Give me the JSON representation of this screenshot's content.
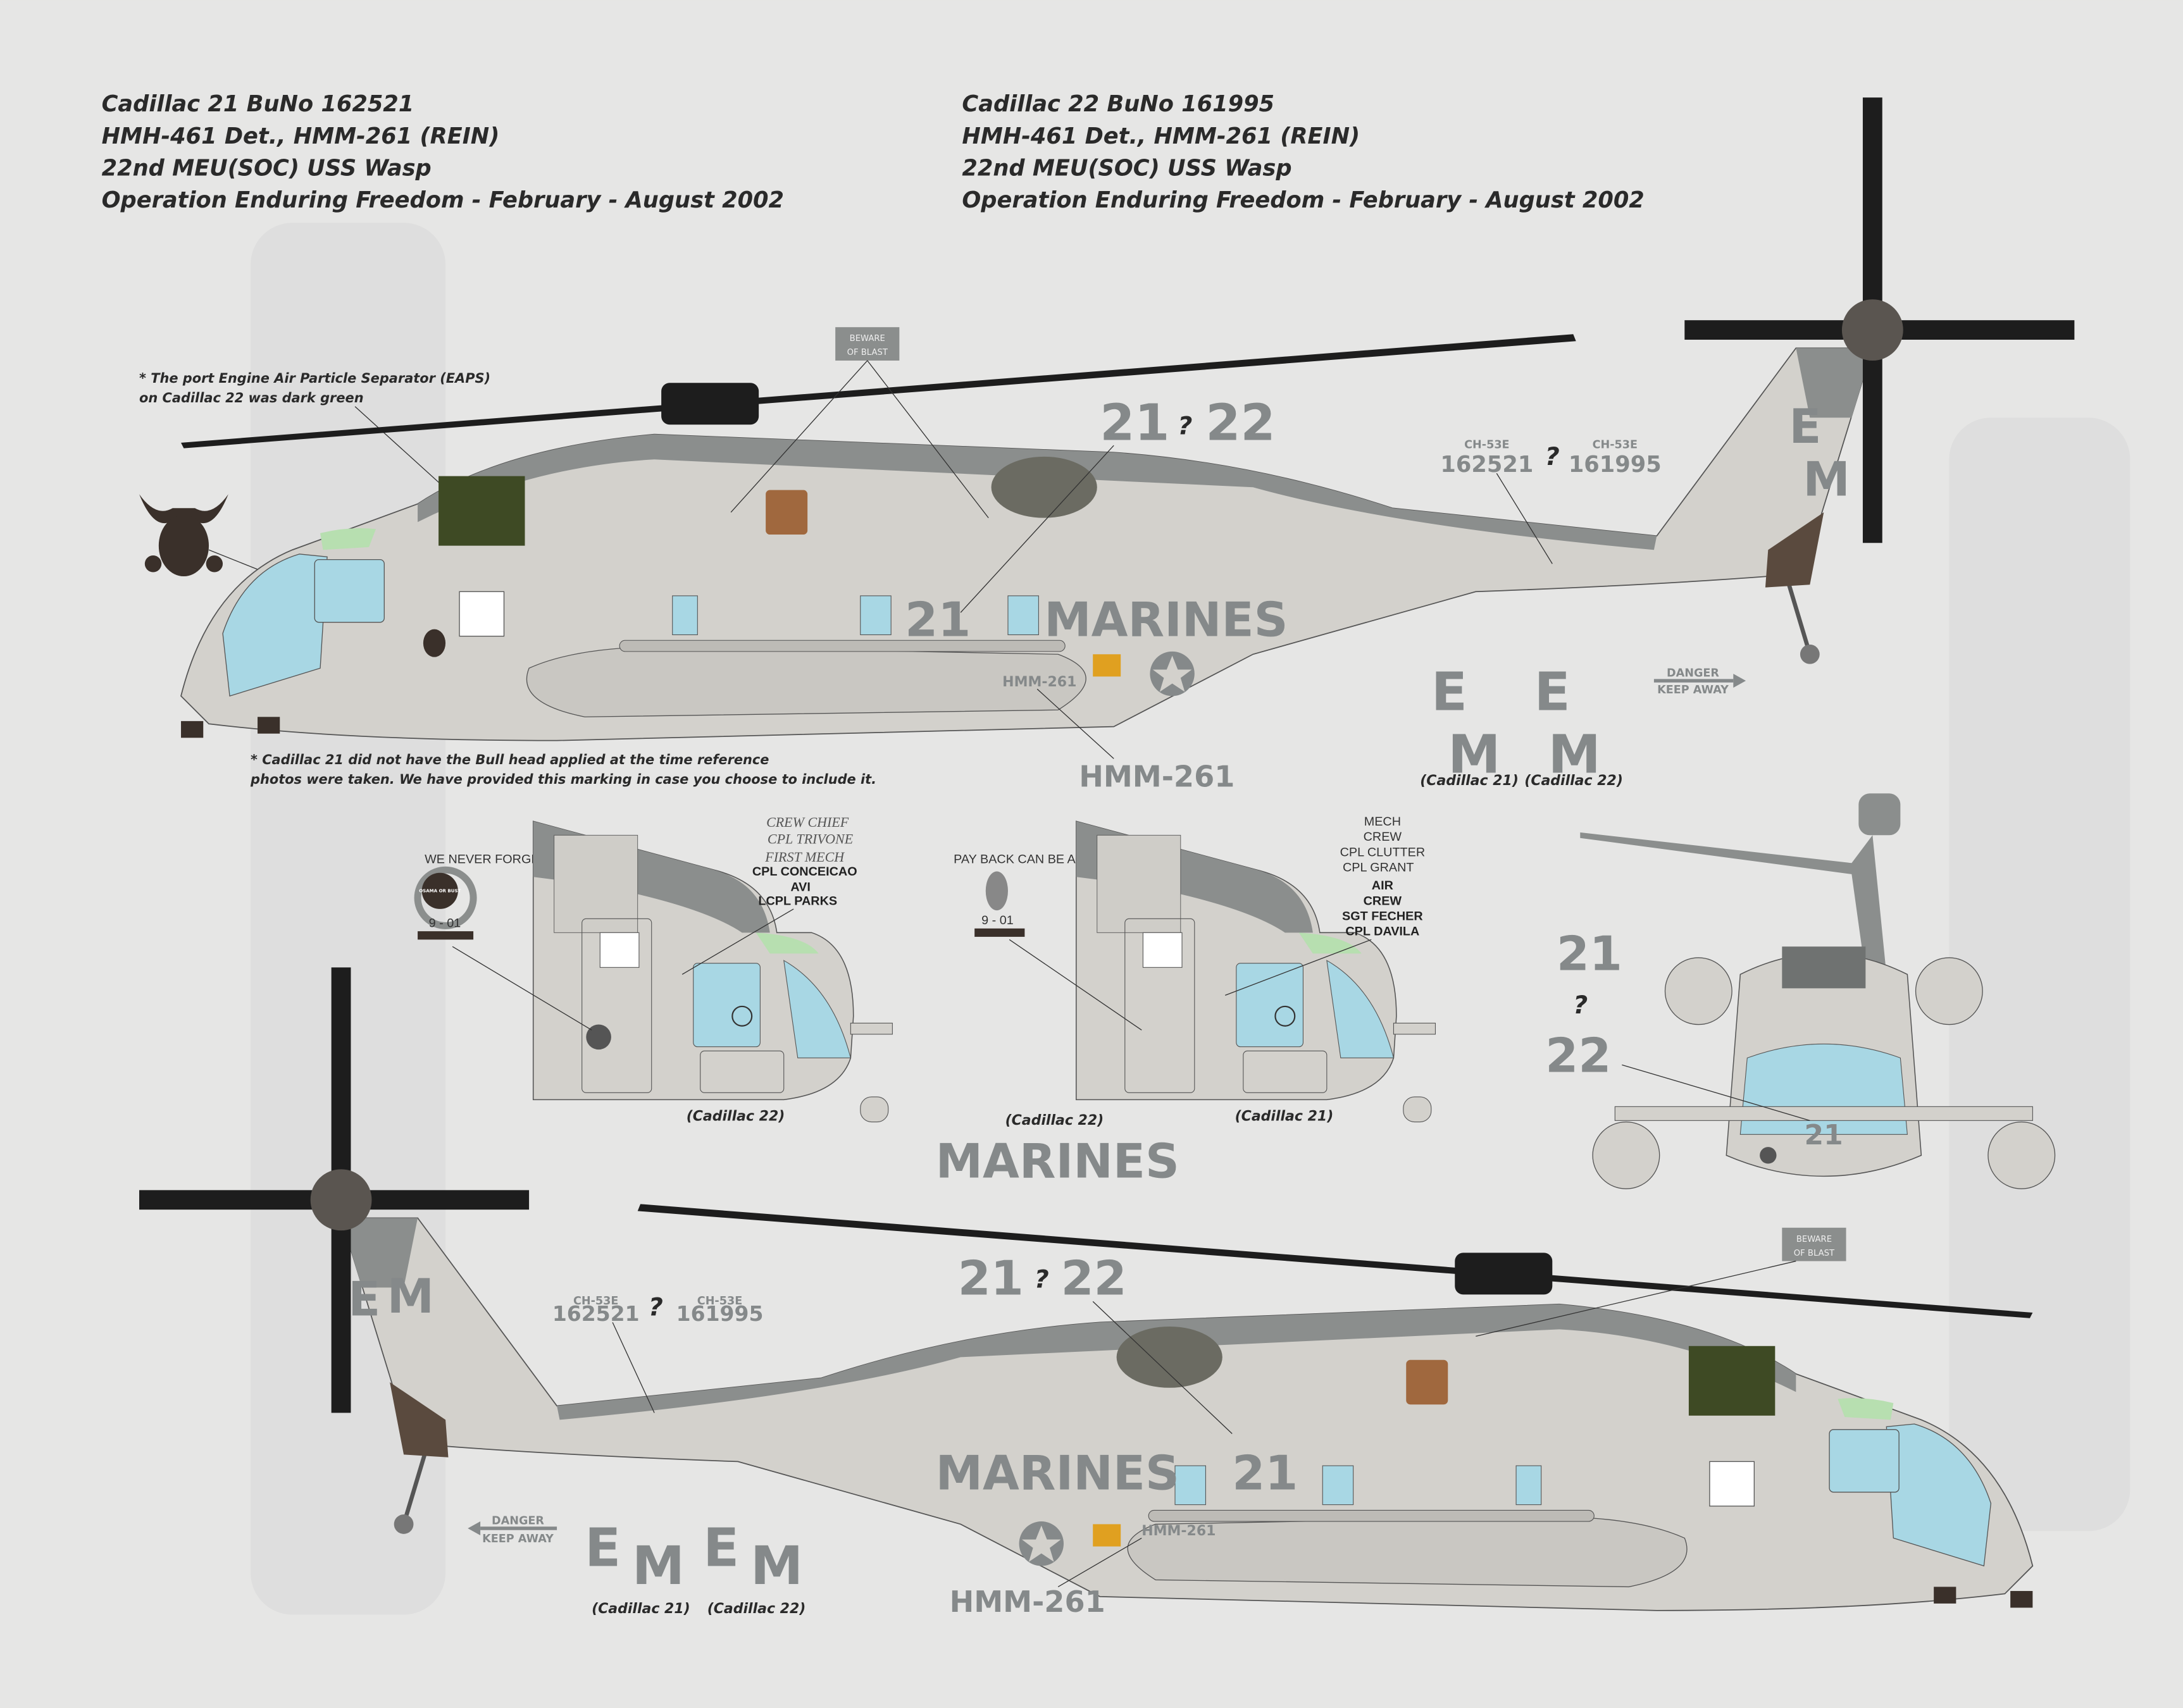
{
  "header_left": {
    "line1": "Cadillac 21 BuNo 162521",
    "line2": "HMH-461 Det., HMM-261 (REIN)",
    "line3": "22nd MEU(SOC) USS Wasp",
    "line4": "Operation Enduring Freedom - February - August 2002"
  },
  "header_right": {
    "line1": "Cadillac 22 BuNo 161995",
    "line2": "HMH-461 Det., HMM-261 (REIN)",
    "line3": "22nd MEU(SOC) USS Wasp",
    "line4": "Operation Enduring Freedom - February - August 2002"
  },
  "notes": {
    "eaps_1": "* The port Engine Air Particle Separator (EAPS)",
    "eaps_2": "on Cadillac 22 was dark green",
    "bull_1": "* Cadillac 21 did not have the Bull head applied at the time reference",
    "bull_2": "photos were taken. We have provided this marking in case you choose to include it."
  },
  "markings": {
    "modex_21": "21",
    "modex_q": "?",
    "modex_22": "22",
    "marines": "MARINES",
    "squadron": "HMM-261",
    "type": "CH-53E",
    "buno_21": "162521",
    "buno_22": "161995",
    "tail_e": "E",
    "tail_m": "M",
    "beware_1": "BEWARE",
    "beware_2": "OF BLAST",
    "danger_1": "DANGER",
    "danger_2": "KEEP AWAY"
  },
  "captions": {
    "cadillac_21": "(Cadillac 21)",
    "cadillac_22": "(Cadillac 22)"
  },
  "nose_art": {
    "left_motto": "WE NEVER FORGET",
    "left_bomb": "OSAMA OR BUST",
    "right_motto": "PAY BACK CAN BE A REAL...",
    "date": "9 - 01"
  },
  "crew_cadillac_22": {
    "title1": "CREW CHIEF",
    "name1": "CPL TRIVONE",
    "title2": "FIRST MECH",
    "name2": "CPL CONCEICAO",
    "title3": "AVI",
    "name3": "LCPL PARKS"
  },
  "crew_cadillac_21": {
    "title1a": "MECH",
    "title1b": "CREW",
    "name1": "CPL CLUTTER",
    "name2": "CPL GRANT",
    "title2a": "AIR",
    "title2b": "CREW",
    "name3": "SGT FECHER",
    "name4": "CPL DAVILA"
  },
  "colors": {
    "fuselage": "#d3d1cc",
    "stripe": "#8b8e8d",
    "marking_gray": "#85898a",
    "glass": "#a8d7e4",
    "rotor": "#1d1d1d",
    "eaps_green": "#3e4a24",
    "exhaust": "#a0683e"
  }
}
